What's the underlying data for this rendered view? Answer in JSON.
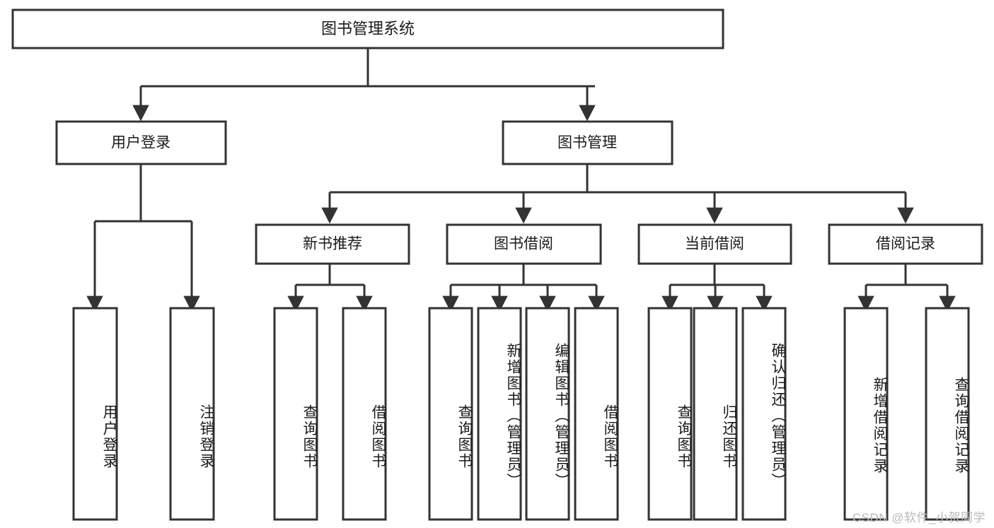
{
  "diagram": {
    "title": "图书管理系统",
    "watermark": "CSDN @软件_小贺同学",
    "type": "tree-hierarchy-diagram",
    "colors": {
      "box_stroke": "#333333",
      "box_fill": "#ffffff",
      "connector": "#333333",
      "text": "#1a1a1a",
      "watermark": "#b9b9b9",
      "background": "#ffffff"
    },
    "root": {
      "label": "图书管理系统",
      "orientation": "horizontal"
    },
    "level2": [
      {
        "id": "user-login",
        "label": "用户登录",
        "orientation": "horizontal"
      },
      {
        "id": "book-management",
        "label": "图书管理",
        "orientation": "horizontal"
      }
    ],
    "level3": [
      {
        "id": "new-book-recommend",
        "label": "新书推荐",
        "parent": "book-management",
        "orientation": "horizontal"
      },
      {
        "id": "book-borrow",
        "label": "图书借阅",
        "parent": "book-management",
        "orientation": "horizontal"
      },
      {
        "id": "current-borrow",
        "label": "当前借阅",
        "parent": "book-management",
        "orientation": "horizontal"
      },
      {
        "id": "borrow-record",
        "label": "借阅记录",
        "parent": "book-management",
        "orientation": "horizontal"
      }
    ],
    "leaves": [
      {
        "id": "leaf-user-login",
        "label": "用户登录",
        "parent": "user-login",
        "orientation": "vertical"
      },
      {
        "id": "leaf-logout-login",
        "label": "注销登录",
        "parent": "user-login",
        "orientation": "vertical"
      },
      {
        "id": "leaf-query-book-1",
        "label": "查询图书",
        "parent": "new-book-recommend",
        "orientation": "vertical"
      },
      {
        "id": "leaf-borrow-book-1",
        "label": "借阅图书",
        "parent": "new-book-recommend",
        "orientation": "vertical"
      },
      {
        "id": "leaf-query-book-2",
        "label": "查询图书",
        "parent": "book-borrow",
        "orientation": "vertical"
      },
      {
        "id": "leaf-add-book",
        "label": "新增图书（管理员）",
        "parent": "book-borrow",
        "orientation": "vertical"
      },
      {
        "id": "leaf-edit-book",
        "label": "编辑图书（管理员）",
        "parent": "book-borrow",
        "orientation": "vertical"
      },
      {
        "id": "leaf-borrow-book-2",
        "label": "借阅图书",
        "parent": "book-borrow",
        "orientation": "vertical"
      },
      {
        "id": "leaf-query-book-3",
        "label": "查询图书",
        "parent": "current-borrow",
        "orientation": "vertical"
      },
      {
        "id": "leaf-return-book",
        "label": "归还图书",
        "parent": "current-borrow",
        "orientation": "vertical"
      },
      {
        "id": "leaf-confirm-return",
        "label": "确认归还（管理员）",
        "parent": "current-borrow",
        "orientation": "vertical"
      },
      {
        "id": "leaf-add-record",
        "label": "新增借阅记录",
        "parent": "borrow-record",
        "orientation": "vertical"
      },
      {
        "id": "leaf-query-record",
        "label": "查询借阅记录",
        "parent": "borrow-record",
        "orientation": "vertical"
      }
    ]
  }
}
